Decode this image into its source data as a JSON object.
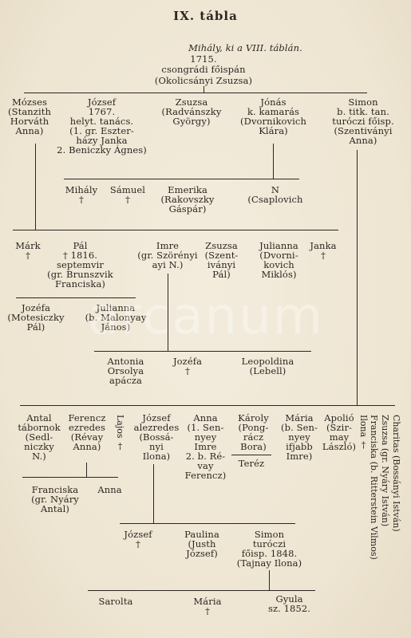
{
  "title": "IX. tábla",
  "g0": {
    "name": "Mihály, ki a VIII. táblán.",
    "year": "1715.",
    "office": "csongrádi főispán",
    "spouse": "(Okolicsányi Zsuzsa)"
  },
  "g1": {
    "mozses": "Mózses\n(Stanzith\nHorváth\nAnna)",
    "jozsef": "József\n1767.\nhelyt. tanács.\n(1. gr. Eszter-\nházy Janka\n2. Beniczky Ágnes)",
    "zsuzsa": "Zsuzsa\n(Radvánszky\nGyörgy)",
    "jonas": "Jónás\nk. kamarás\n(Dvornikovich\nKlára)",
    "simon": "Simon\nb. titk. tan.\nturóczi főisp.\n(Szentiványi\nAnna)"
  },
  "g2a": {
    "mihaly": "Mihály\n†",
    "samuel": "Sámuel\n†",
    "emerika": "Emerika\n(Rakovszky\nGáspár)",
    "n": "N\n(Csaplovich"
  },
  "g2b": {
    "mark": "Márk\n†",
    "pal": "Pál\n† 1816.\nseptemvir\n(gr. Brunszvik\nFranciska)",
    "imre": "Imre\n(gr. Szörényi\nayi N.)",
    "zsuzsa": "Zsuzsa\n(Szent-\niványi\nPál)",
    "julianna": "Julianna\n(Dvorni-\nkovich\nMiklós)",
    "janka": "Janka\n†"
  },
  "g3a": {
    "jozefa": "Jozéfa\n(Motesiczky\nPál)",
    "julianna": "Julianna\n(b. Malonyay\nJános)"
  },
  "g3b": {
    "antonia": "Antonia\nOrsolya\napácza",
    "jozefa": "Jozéfa\n†",
    "leopoldina": "Leopoldina\n(Lebell)"
  },
  "g4": {
    "antal": "Antal\ntábornok\n(Sedl-\nniczky\nN.)",
    "ferencz": "Ferencz\nezredes\n(Révay\nAnna)",
    "lajos": "Lajos †",
    "jozsef": "József\nalezredes\n(Bossá-\nnyi\nIlona)",
    "anna": "Anna\n(1. Sen-\nnyey\nImre\n2. b. Ré-\nvay\nFerencz)",
    "karoly": "Károly\n(Pong-\nrácz\nBora)",
    "teresz": "Teréz",
    "maria": "Mária\n(b. Sen-\nnyey\nifjabb\nImre)",
    "apolio": "Apolió\n(Szir-\nmay\nLászló)",
    "ilona": "Ilona †",
    "franciska": "Franciska (b. Ritterstein Vilmos)",
    "zsuzsa": "Zsuzsa (gr. Nyáry István)",
    "charitas": "Charitas (Bossányi István)"
  },
  "g5": {
    "franciska": "Franciska\n(gr. Nyáry\nAntal)",
    "anna": "Anna",
    "jozsef": "József\n†",
    "paulina": "Paulina\n(Justh\nJózsef)",
    "simon": "Simon\nturóczi\nfőisp. 1848.\n(Tajnay Ilona)"
  },
  "g6": {
    "sarolta": "Sarolta",
    "maria": "Mária\n†",
    "gyula": "Gyula\nsz. 1852."
  },
  "watermark": "arcanum"
}
